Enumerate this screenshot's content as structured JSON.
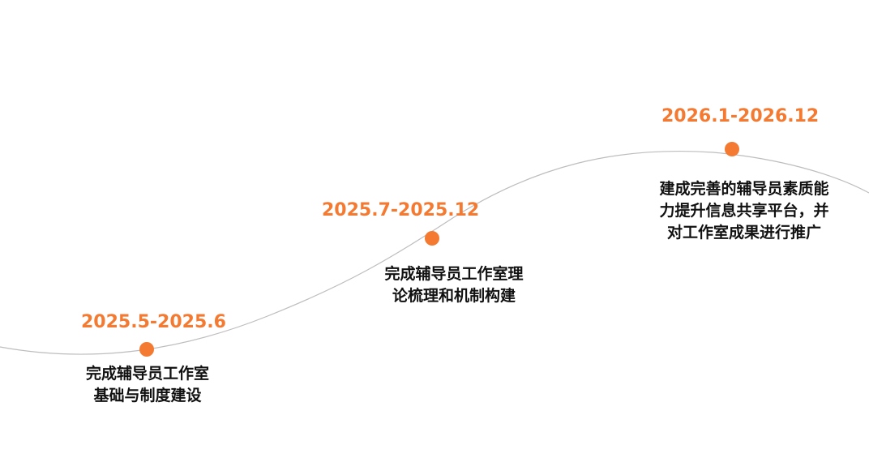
{
  "colors": {
    "accent": "#F47A32",
    "curve": "#BDBDBD",
    "text": "#111111"
  },
  "milestones": [
    {
      "date": "2025.5-2025.6",
      "lines": [
        "完成辅导员工作室",
        "基础与制度建设"
      ]
    },
    {
      "date": "2025.7-2025.12",
      "lines": [
        "完成辅导员工作室理",
        "论梳理和机制构建"
      ]
    },
    {
      "date": "2026.1-2026.12",
      "lines": [
        "建成完善的辅导员素质能",
        "力提升信息共享平台，并",
        "对工作室成果进行推广"
      ]
    }
  ]
}
